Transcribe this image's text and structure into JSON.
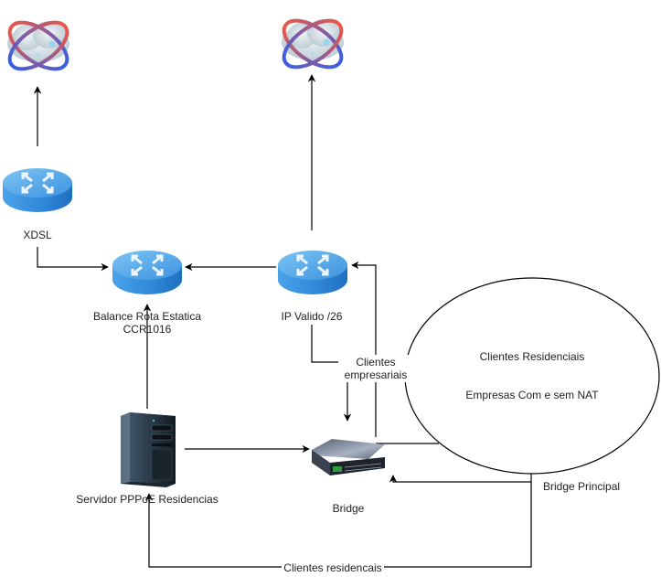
{
  "nodes": {
    "cloud_left": {
      "icon": "internet-cloud-icon"
    },
    "cloud_right": {
      "icon": "internet-cloud-icon"
    },
    "router_xdsl": {
      "icon": "router-icon",
      "label": "XDSL"
    },
    "router_balance": {
      "icon": "router-icon",
      "label_line1": "Balance Rota Estatica",
      "label_line2": "CCR1016"
    },
    "router_ip": {
      "icon": "router-icon",
      "label": "IP Valido /26"
    },
    "server_pppoe": {
      "icon": "server-tower-icon",
      "label": "Servidor PPPoE Residencias"
    },
    "bridge": {
      "icon": "network-switch-icon",
      "label": "Bridge"
    },
    "clients_ellipse": {
      "line1": "Clientes Residenciais",
      "line2": "Empresas Com e sem NAT"
    }
  },
  "edge_labels": {
    "clientes_empresariais_line1": "Clientes",
    "clientes_empresariais_line2": "empresariais",
    "bridge_principal": "Bridge Principal",
    "clientes_residencais": "Clientes residencais"
  },
  "colors": {
    "router_blue": "#3a8fdc",
    "router_top": "#6cb8f0",
    "server_dark": "#1e2a36",
    "switch_gray": "#4a5363",
    "cloud_red": "#e8584a",
    "cloud_blue": "#3a5ee0"
  }
}
